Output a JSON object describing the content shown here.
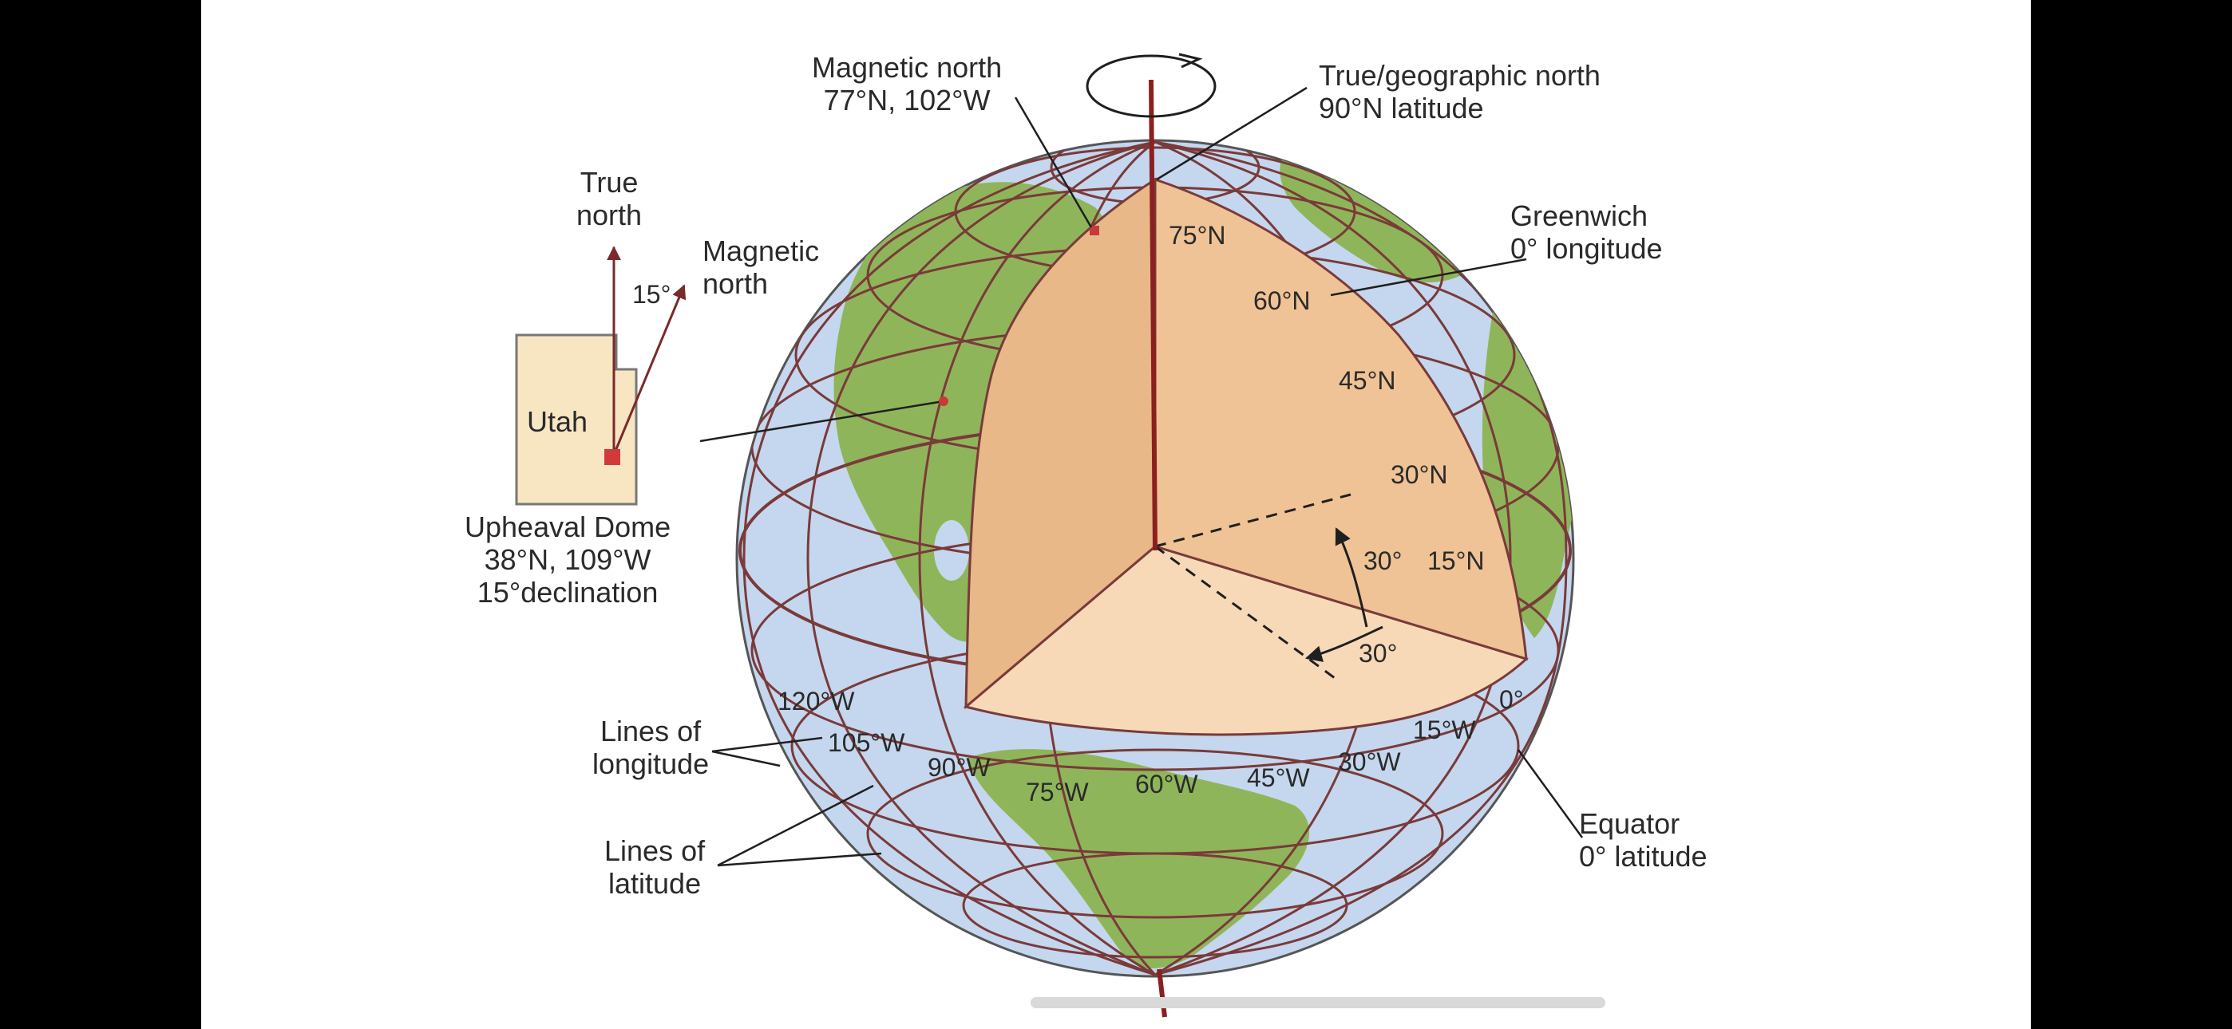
{
  "labels": {
    "magnetic_north": {
      "line1": "Magnetic north",
      "line2": "77°N, 102°W"
    },
    "true_north_top": {
      "line1": "True/geographic north",
      "line2": "90°N latitude"
    },
    "greenwich": {
      "line1": "Greenwich",
      "line2": "0° longitude"
    },
    "inset_true_north": {
      "line1": "True",
      "line2": "north"
    },
    "inset_magnetic_north": {
      "line1": "Magnetic",
      "line2": "north"
    },
    "inset_angle": "15°",
    "utah": "Utah",
    "upheaval_dome": {
      "line1": "Upheaval Dome",
      "line2": "38°N, 109°W",
      "line3": "15°declination"
    },
    "lines_of_longitude": {
      "line1": "Lines of",
      "line2": "longitude"
    },
    "lines_of_latitude": {
      "line1": "Lines of",
      "line2": "latitude"
    },
    "equator": {
      "line1": "Equator",
      "line2": "0° latitude"
    }
  },
  "latitudes": [
    "75°N",
    "60°N",
    "45°N",
    "30°N",
    "15°N"
  ],
  "angles": {
    "vertical": "30°",
    "horizontal": "30°"
  },
  "longitudes": [
    "120°W",
    "105°W",
    "90°W",
    "75°W",
    "60°W",
    "45°W",
    "30°W",
    "15°W",
    "0°"
  ],
  "colors": {
    "ocean": "#c4d7ee",
    "land": "#8fb55a",
    "cutaway": "#efc395",
    "cutaway_floor": "#f7d9b8",
    "grid": "#7a3a3a",
    "axis": "#8b2020",
    "inset_state": "#f8e5c2",
    "dome_marker": "#d23a3a"
  }
}
